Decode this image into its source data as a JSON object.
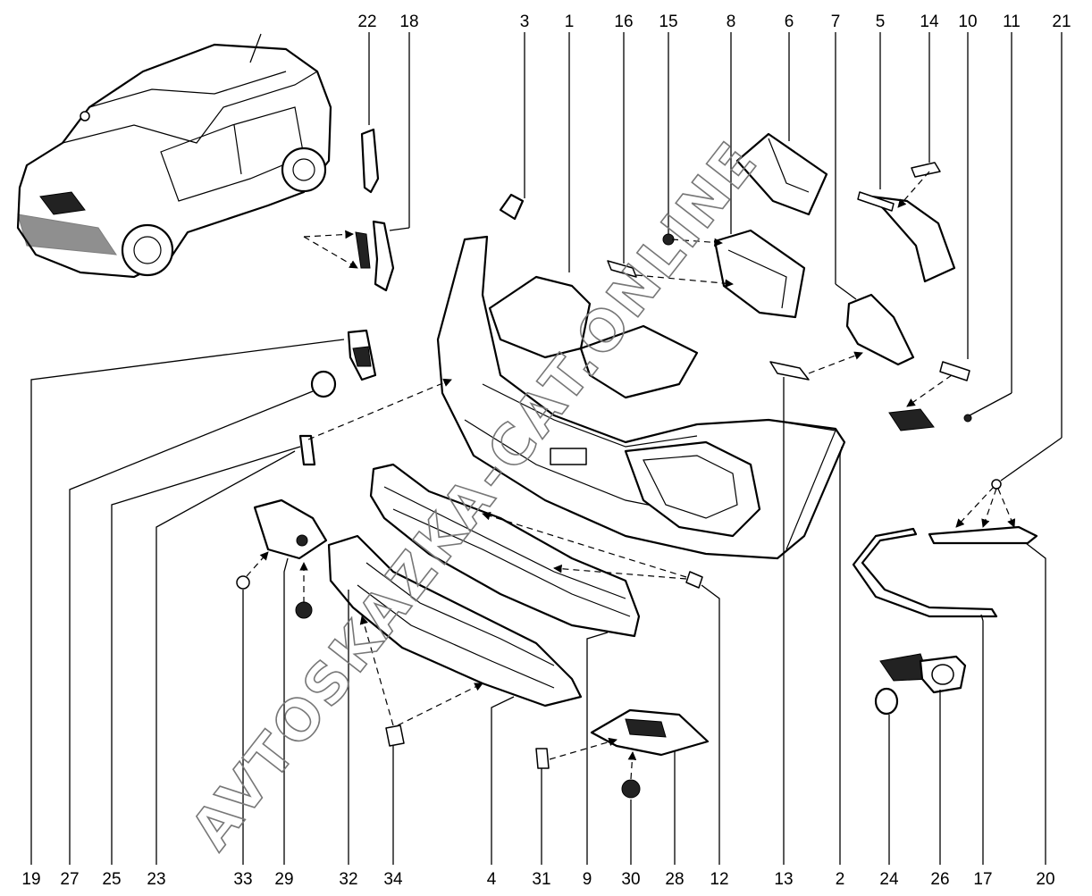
{
  "labels": {
    "top": [
      "22",
      "18",
      "3",
      "1",
      "16",
      "15",
      "8",
      "6",
      "7",
      "5",
      "14",
      "10",
      "11",
      "21"
    ],
    "bottom": [
      "19",
      "27",
      "25",
      "23",
      "33",
      "29",
      "32",
      "34",
      "4",
      "31",
      "9",
      "30",
      "28",
      "12",
      "13",
      "2",
      "24",
      "26",
      "17",
      "20"
    ]
  },
  "watermark": "AVTOSKAZKA-CAT.ONLINE"
}
